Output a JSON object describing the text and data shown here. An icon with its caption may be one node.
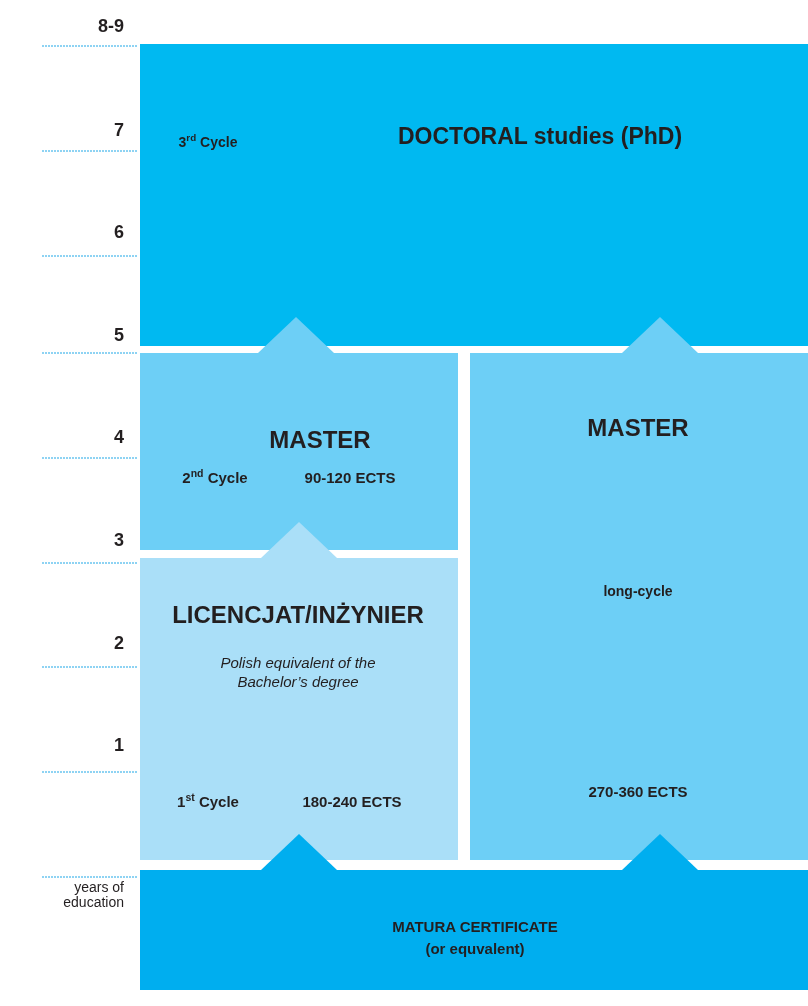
{
  "diagram": {
    "nodes": [
      {
        "text": [
          "3$^{rd}$ Cycle",
          "DOCTORAL studies (PhD)"
        ]
      },
      {
        "text": [
          "MASTER",
          "2$^{nd}$ Cycle",
          "90-120 ECTS"
        ]
      },
      {
        "text": [
          "MASTER",
          "long-cycle",
          "270-360 ECTS"
        ]
      },
      {
        "text": [
          "LICENCJAT/INŻYNIER",
          "Polish equivalent of the Bachelor’s degree",
          "1$^{st}$ Cycle",
          "180-240 ECTS"
        ]
      },
      {
        "text": [
          "MATURA CERTIFICATE",
          "(or equvalent)"
        ]
      }
    ],
    "edges": [
      {
        "from": 4,
        "to": 3,
        "arrow": "to",
        "color": "#00aeef"
      },
      {
        "from": 4,
        "to": 2,
        "arrow": "to",
        "color": "#00aeef"
      },
      {
        "from": 3,
        "to": 1,
        "arrow": "to",
        "color": "#aadff8"
      },
      {
        "from": 1,
        "to": 0,
        "arrow": "to",
        "color": "#6dcff6"
      },
      {
        "from": 2,
        "to": 0,
        "arrow": "to",
        "color": "#6dcff6"
      }
    ],
    "labels": [
      "8-9",
      "7",
      "6",
      "5",
      "4",
      "3",
      "2",
      "1",
      "years of education"
    ]
  }
}
